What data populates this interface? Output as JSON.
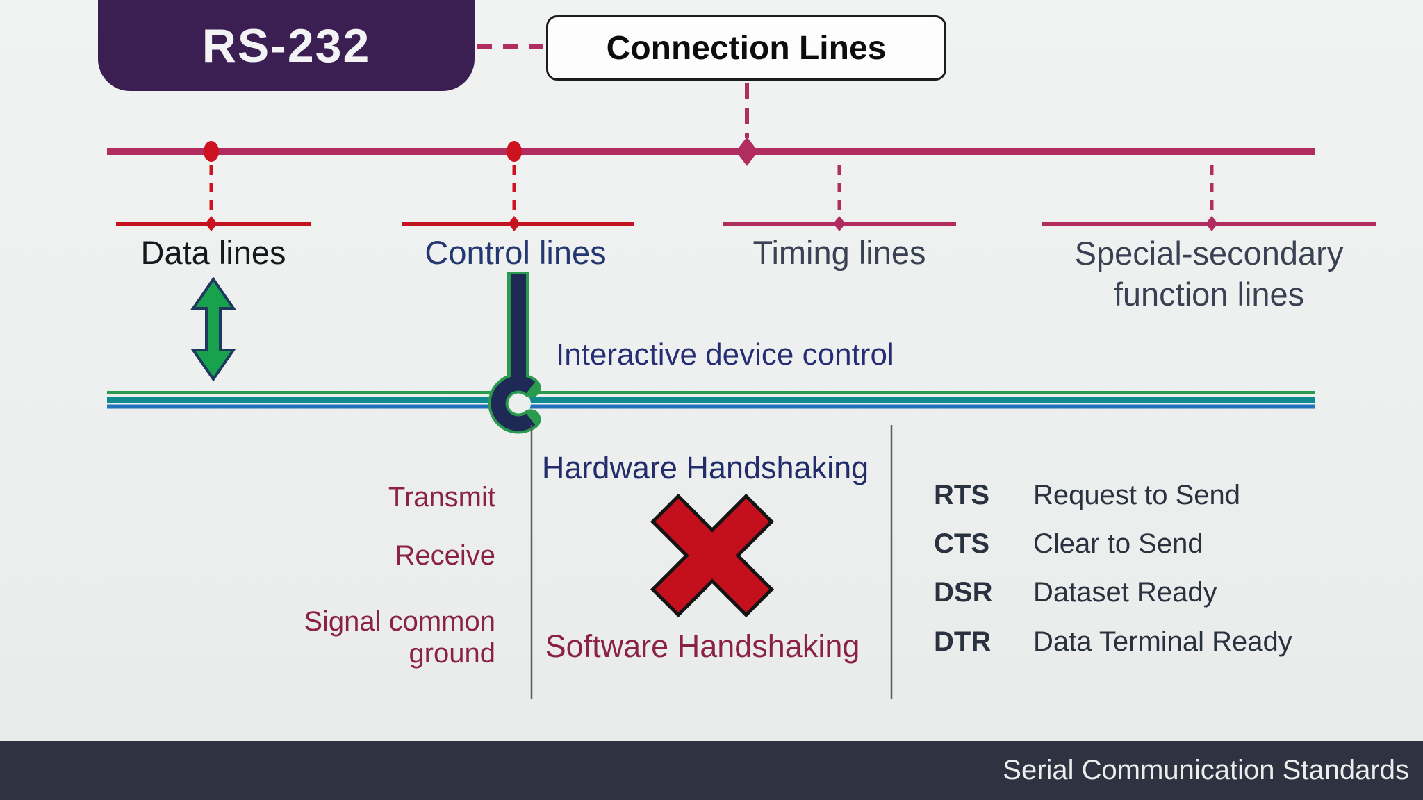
{
  "header": {
    "badge": "RS-232",
    "title": "Connection Lines"
  },
  "branches": {
    "data": "Data lines",
    "control": "Control lines",
    "timing": "Timing lines",
    "special": "Special-secondary function lines"
  },
  "annotations": {
    "interactive": "Interactive device control"
  },
  "data_line_signals": {
    "transmit": "Transmit",
    "receive": "Receive",
    "ground": "Signal common ground"
  },
  "handshaking": {
    "hardware": "Hardware Handshaking",
    "software": "Software Handshaking"
  },
  "control_signals": [
    {
      "abbr": "RTS",
      "name": "Request to Send"
    },
    {
      "abbr": "CTS",
      "name": "Clear to Send"
    },
    {
      "abbr": "DSR",
      "name": "Dataset Ready"
    },
    {
      "abbr": "DTR",
      "name": "Data Terminal Ready"
    }
  ],
  "footer": {
    "caption": "Serial Communication Standards"
  },
  "colors": {
    "background": "#edefee",
    "badge_purple": "#3b1f52",
    "main_line_crimson": "#b12d60",
    "bright_red": "#cd1220",
    "navy": "#232c6b",
    "hook_navy": "#1e2a55",
    "green": "#18a24d",
    "teal": "#0f8b8f",
    "blue": "#2272bb",
    "maroon": "#8b2245",
    "charcoal": "#394152",
    "footer_bar": "#2f3241",
    "x_mark_red": "#c3101c"
  }
}
